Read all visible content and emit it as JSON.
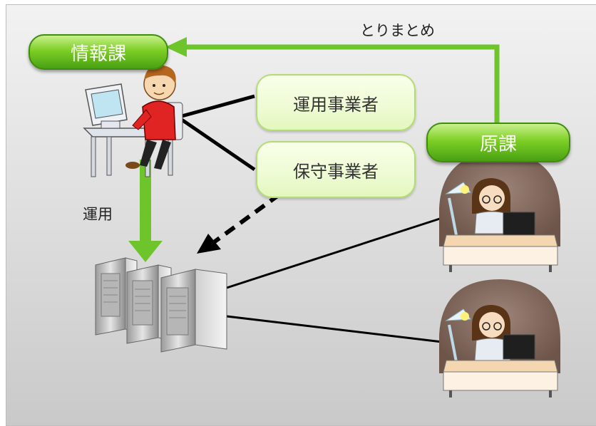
{
  "nodes": {
    "info_section": "情報課",
    "original_section": "原課",
    "operation_vendor": "運用事業者",
    "maintenance_vendor": "保守事業者"
  },
  "edge_labels": {
    "aggregation": "とりまとめ",
    "operation": "運用"
  },
  "colors": {
    "green_pill": "#6cc11f",
    "light_pill": "#eefbd4",
    "arrow_green": "#6ec42b",
    "line_black": "#000000",
    "background": "#d8d8d8"
  },
  "icons": [
    "operator-at-computer-icon",
    "server-rack-icon",
    "office-worker-icon"
  ]
}
